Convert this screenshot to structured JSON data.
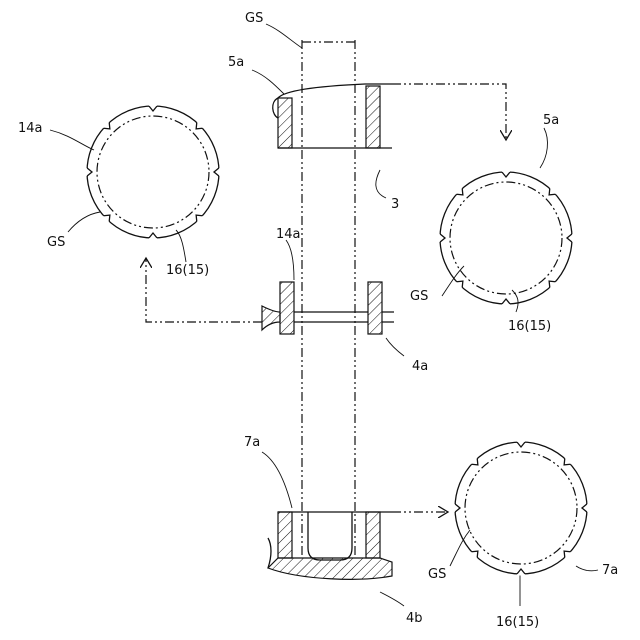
{
  "labels": {
    "gs_top": "GS",
    "l5a_top": "5a",
    "l3": "3",
    "l14a_left": "14a",
    "gs_left": "GS",
    "l16_left": "16(15)",
    "l14a_mid": "14a",
    "l4a": "4a",
    "l5a_right": "5a",
    "gs_right": "GS",
    "l16_right": "16(15)",
    "l7a_mid": "7a",
    "l4b": "4b",
    "gs_bottom": "GS",
    "l7a_right": "7a",
    "l16_bottom": "16(15)"
  }
}
